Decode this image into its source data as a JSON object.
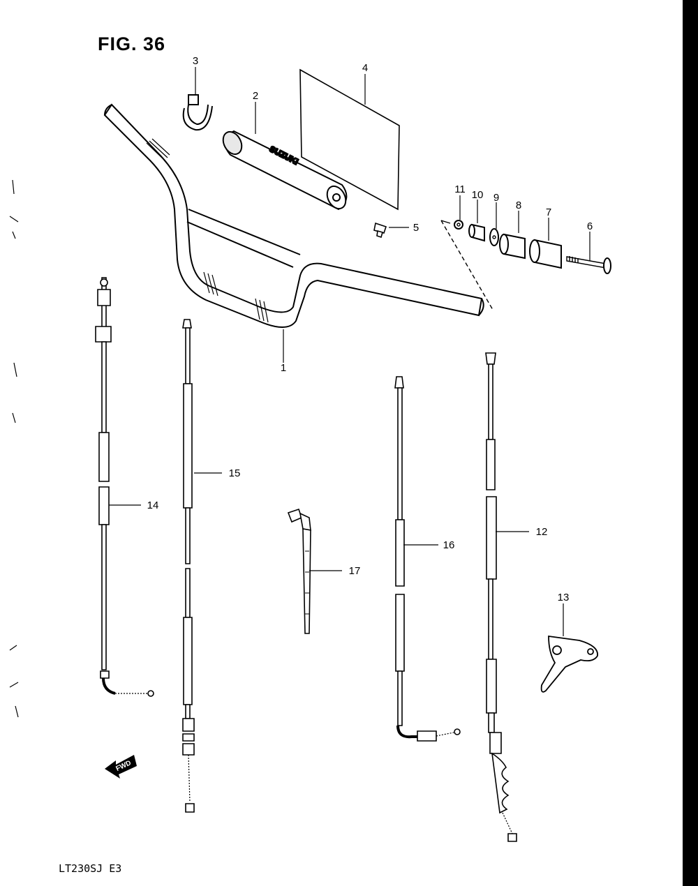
{
  "figure": {
    "title": "FIG. 36",
    "model_code": "LT230SJ E3",
    "fwd_label": "FWD",
    "grip_brand": "SUZUKI"
  },
  "callouts": [
    {
      "id": "1",
      "label": "1"
    },
    {
      "id": "2",
      "label": "2"
    },
    {
      "id": "3",
      "label": "3"
    },
    {
      "id": "4",
      "label": "4"
    },
    {
      "id": "5",
      "label": "5"
    },
    {
      "id": "6",
      "label": "6"
    },
    {
      "id": "7",
      "label": "7"
    },
    {
      "id": "8",
      "label": "8"
    },
    {
      "id": "9",
      "label": "9"
    },
    {
      "id": "10",
      "label": "10"
    },
    {
      "id": "11",
      "label": "11"
    },
    {
      "id": "12",
      "label": "12"
    },
    {
      "id": "13",
      "label": "13"
    },
    {
      "id": "14",
      "label": "14"
    },
    {
      "id": "15",
      "label": "15"
    },
    {
      "id": "16",
      "label": "16"
    },
    {
      "id": "17",
      "label": "17"
    }
  ]
}
